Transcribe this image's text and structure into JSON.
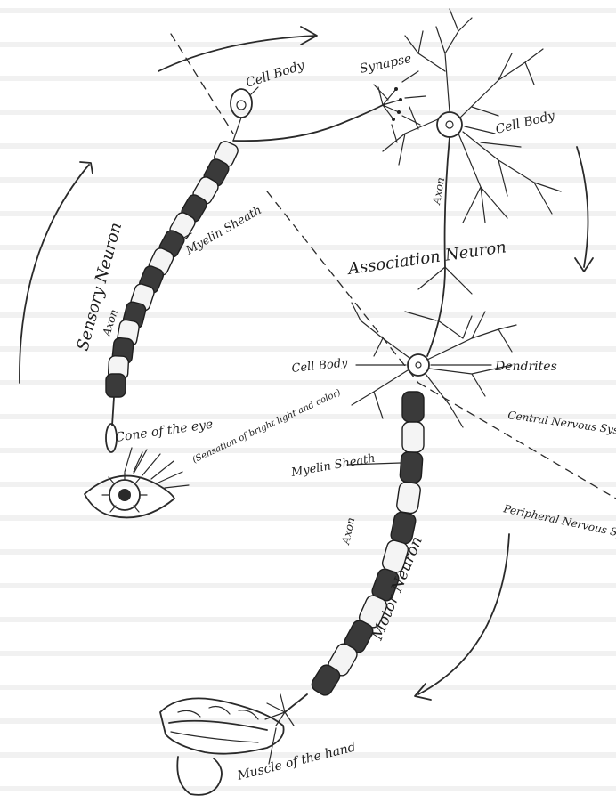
{
  "labels": {
    "cell_body_sensory": "Cell Body",
    "synapse": "Synapse",
    "cell_body_association": "Cell Body",
    "sensory_neuron": "Sensory Neuron",
    "myelin_sheath_sensory": "Myelin Sheath",
    "axon_sensory": "Axon",
    "axon_association": "Axon",
    "association_neuron": "Association Neuron",
    "cell_body_motor": "Cell Body",
    "dendrites": "Dendrites",
    "cone_of_eye": "Cone of the eye",
    "sensation": "(Sensation of bright light and color)",
    "myelin_sheath_motor": "Myelin Sheath",
    "axon_motor": "Axon",
    "motor_neuron": "Motor Neuron",
    "central_nervous_system": "Central Nervous System",
    "peripheral_nervous_system": "Peripheral Nervous System",
    "muscle_of_hand": "Muscle of the hand"
  }
}
